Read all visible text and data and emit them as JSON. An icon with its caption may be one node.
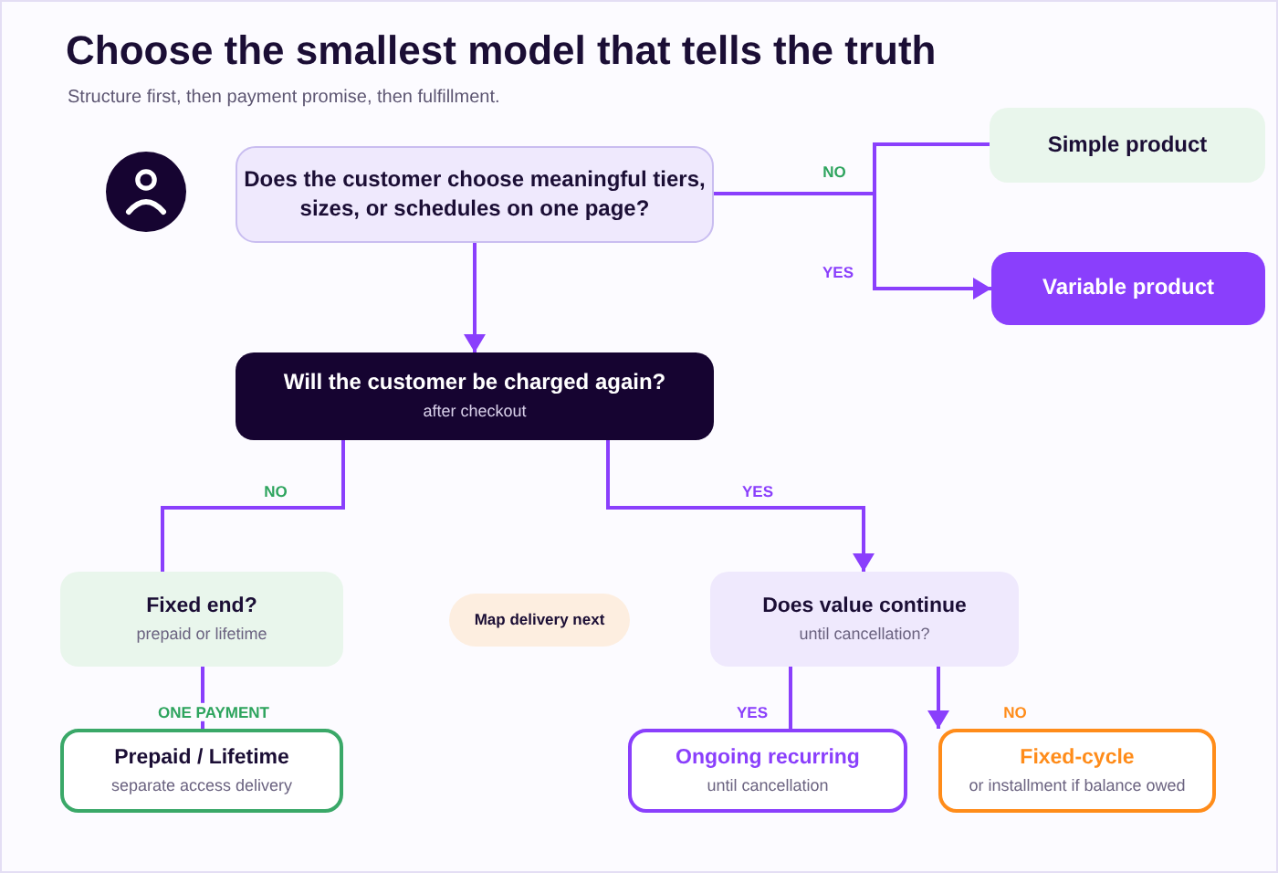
{
  "diagram": {
    "title": "Choose the smallest model that tells the truth",
    "caption": "Structure first, then payment promise, then fulfillment.",
    "nodes": [
      {
        "text": [
          "Does the customer choose meaningful tiers, sizes, or schedules on one page?"
        ]
      },
      {
        "text": [
          "Simple product"
        ]
      },
      {
        "text": [
          "Variable product"
        ]
      },
      {
        "text": [
          "Will the customer be charged again?",
          "after checkout"
        ]
      },
      {
        "text": [
          "Fixed end?",
          "prepaid or lifetime"
        ]
      },
      {
        "text": [
          "Map delivery next"
        ]
      },
      {
        "text": [
          "Does value continue",
          "until cancellation?"
        ]
      },
      {
        "text": [
          "Prepaid / Lifetime",
          "separate access delivery"
        ]
      },
      {
        "text": [
          "Ongoing recurring",
          "until cancellation"
        ]
      },
      {
        "text": [
          "Fixed-cycle",
          "or installment if balance owed"
        ]
      }
    ],
    "edges": [
      {
        "from": 0,
        "to": 1,
        "arrow": "none",
        "label": "NO"
      },
      {
        "from": 0,
        "to": 2,
        "arrow": "to",
        "label": "YES"
      },
      {
        "from": 0,
        "to": 3,
        "arrow": "to"
      },
      {
        "from": 3,
        "to": 4,
        "arrow": "none",
        "label": "NO"
      },
      {
        "from": 3,
        "to": 6,
        "arrow": "to",
        "label": "YES"
      },
      {
        "from": 4,
        "to": 7,
        "arrow": "none",
        "label": "ONE PAYMENT"
      },
      {
        "from": 6,
        "to": 8,
        "arrow": "none",
        "label": "YES"
      },
      {
        "from": 6,
        "to": 9,
        "arrow": "to",
        "label": "NO"
      }
    ]
  }
}
